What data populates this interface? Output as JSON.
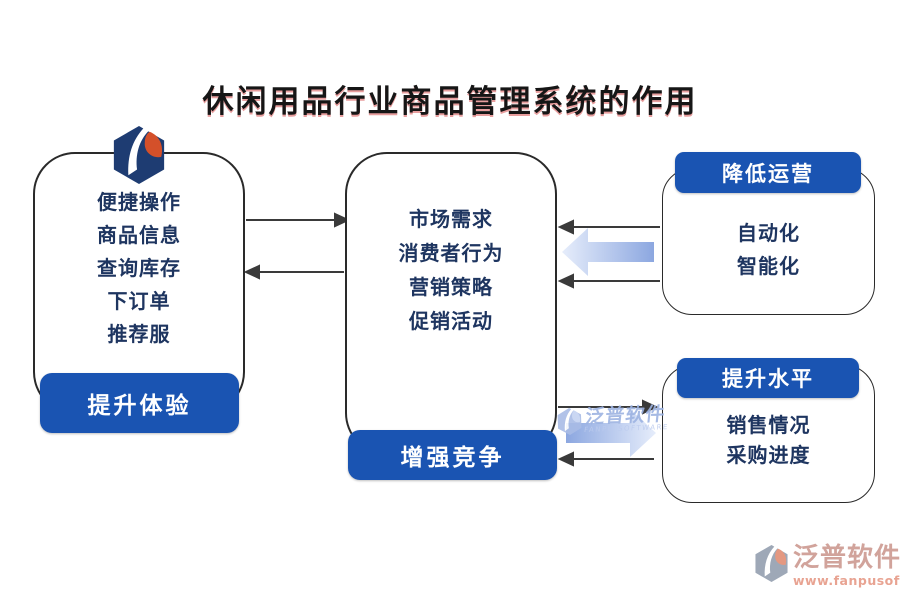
{
  "title": "休闲用品行业商品管理系统的作用",
  "left_box": {
    "items": [
      "便捷操作",
      "商品信息",
      "查询库存",
      "下订单",
      "推荐服"
    ],
    "button": "提升体验"
  },
  "center_box": {
    "items": [
      "市场需求",
      "消费者行为",
      "营销策略",
      "促销活动"
    ],
    "button": "增强竞争"
  },
  "right_top_box": {
    "header": "降低运营",
    "items": [
      "自动化",
      "智能化"
    ]
  },
  "right_bottom_box": {
    "header": "提升水平",
    "items": [
      "销售情况",
      "采购进度"
    ]
  },
  "watermark": {
    "brand": "泛普软件",
    "brand_en": "FANPU SOFTWARE"
  },
  "footer": {
    "brand": "泛普软件",
    "url": "www.fanpusoft.com"
  },
  "colors": {
    "accent_blue": "#1a54b2",
    "navy_text": "#1e3560",
    "arrow_line": "#3a3a3a",
    "gradient_arrow_light": "#e6edfb",
    "gradient_arrow_dark": "#8ca7e0",
    "logo_navy": "#1e3c72",
    "logo_orange": "#d4502a",
    "footer_salmon": "#e5947f"
  }
}
